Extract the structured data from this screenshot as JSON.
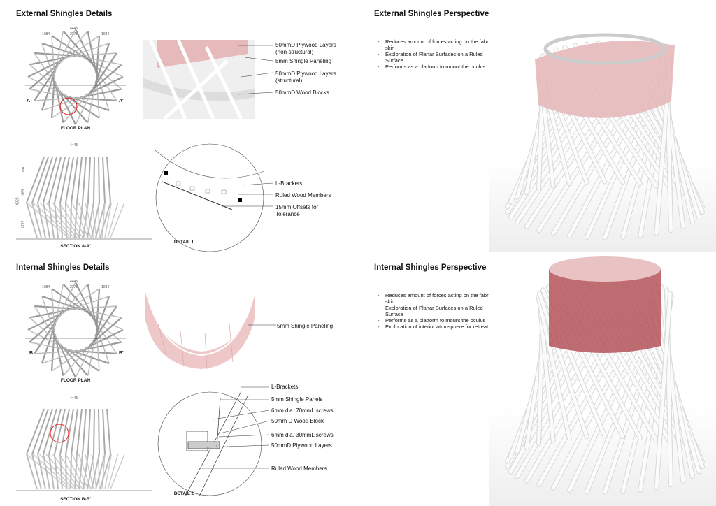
{
  "external": {
    "title": "External Shingles Details",
    "floor_plan": {
      "caption": "FLOOR PLAN",
      "dims": [
        "4445",
        "1084",
        "2278",
        "1084"
      ],
      "section_marks": [
        "A",
        "A'"
      ]
    },
    "section": {
      "caption": "SECTION A-A'",
      "width": "4445",
      "heights": [
        "700",
        "1553",
        "1772"
      ],
      "total": "4025"
    },
    "detail_callouts": [
      "50mmD Plywood Layers\n(non-structural)",
      "5mm Shingle Paneling",
      "50mmD Plywood Layers\n(structural)",
      "50mmD Wood Blocks"
    ],
    "detail1": {
      "caption": "DETAIL 1",
      "callouts": [
        "L-Brackets",
        "Ruled Wood Members",
        "15mm Offsets for\nTolerance"
      ]
    },
    "perspective": {
      "title": "External Shingles Perspective",
      "bullets": [
        "Reduces amount of forces acting on the fabric skin",
        "Exploration of Planar Surfaces on a Ruled Surface",
        "Performs as a platform to mount the oculus"
      ]
    }
  },
  "internal": {
    "title": "Internal Shingles Details",
    "floor_plan": {
      "caption": "FLOOR PLAN",
      "dims": [
        "4445",
        "1084",
        "2278",
        "1084"
      ],
      "section_marks": [
        "B",
        "B'"
      ]
    },
    "section": {
      "caption": "SECTION B-B'",
      "width": "4445"
    },
    "detail_callouts": [
      "5mm Shingle Paneling"
    ],
    "detail2": {
      "caption": "DETAIL 2",
      "callouts": [
        "L-Brackets",
        "5mm Shingle Panels",
        "6mm dia. 70mmL screws",
        "50mm D Wood Block",
        "6mm dia. 30mmL screws",
        "50mmD Plywood Layers",
        "Ruled Wood Members"
      ]
    },
    "perspective": {
      "title": "Internal Shingles Perspective",
      "bullets": [
        "Reduces amount of forces acting on the fabric skin",
        "Exploration of Planar Surfaces on a Ruled Surface",
        "Performs as a platform to mount the oculus",
        "Exploration of interior atmosphere for retreat"
      ]
    }
  },
  "colors": {
    "shingle": "#e6b9bb",
    "shingle_dark": "#b5525a",
    "highlight": "#e02020",
    "structure": "#f4f4f4"
  }
}
